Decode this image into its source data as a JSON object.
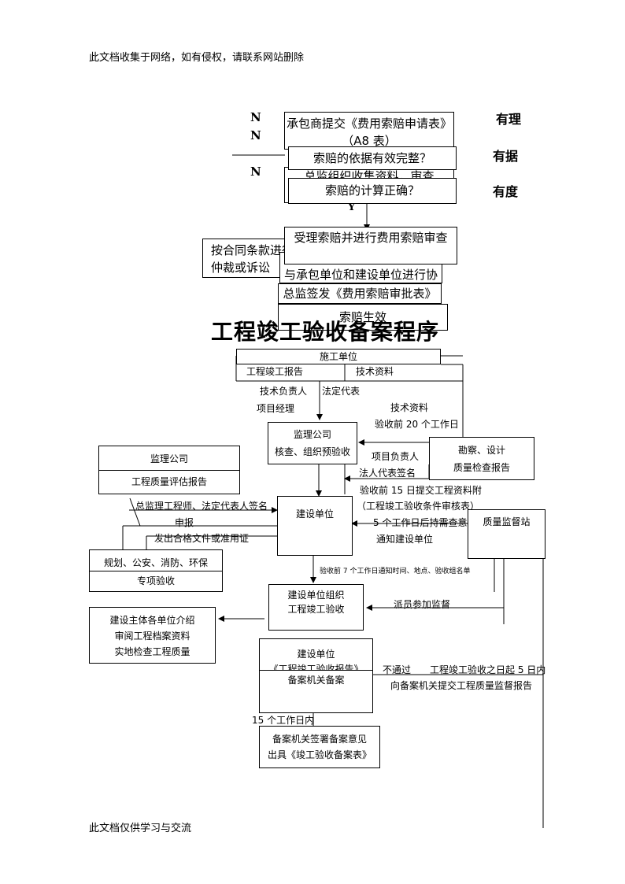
{
  "header_note": "此文档收集于网络，如有侵权，请联系网站删除",
  "footer_note": "此文档仅供学习与交流",
  "claim_flow": {
    "n1": "N",
    "n2": "N",
    "n3": "N",
    "y": "Y",
    "side1": "有理",
    "side2": "有据",
    "side3": "有度",
    "box_submit": "承包商提交《费用索赔申请表》（A8 表）",
    "box_basis": "索赔的依据有效完整？",
    "box_collect_hidden": "总监组织收集资料，审查",
    "box_calc": "索赔的计算正确？",
    "box_accept": "受理索赔并进行费用索赔审查",
    "box_contract": "按合同条款进行仲裁或诉讼",
    "box_negotiate": "与承包单位和建设单位进行协商",
    "box_sign": "总监签发《费用索赔审批表》",
    "box_effective": "索赔生效"
  },
  "title": "工程竣工验收备案程序",
  "filing_flow": {
    "contractor": "施工单位",
    "completion_report": "工程竣工报告",
    "tech_docs": "技术资料",
    "tech_lead": "技术负责人",
    "legal_rep": "法定代表",
    "project_manager": "项目经理",
    "tech_docs2": "技术资料",
    "before_20": "验收前 20 个工作日",
    "supervisor_co": "监理公司",
    "review_pre": "核查、组织预验收",
    "pm_lead": "项目负责人",
    "legal_sign": "法人代表签名",
    "survey_design": "勘察、设计",
    "quality_check_report": "质量检查报告",
    "supervisor_co2": "监理公司",
    "quality_eval_report": "工程质量评估报告",
    "chief_sign": "总监理工程师、法定代表人签名",
    "declare": "申报",
    "issue_docs": "发出合格文件或准用证",
    "dept_accept": "规划、公安、消防、环保",
    "special_accept": "专项验收",
    "owner": "建设单位",
    "before_15": "验收前 15 日提交工程资料附",
    "condition_table": "（工程竣工验收条件审核表）",
    "within_5": "5 个工作日后持需查意见",
    "notify_owner": "通知建设单位",
    "quality_station": "质量监督站",
    "before_7": "验收前 7 个工作日通知时间、地点、验收组名单",
    "owner_org": "建设单位组织",
    "completion_accept": "工程竣工验收",
    "send_staff": "派员参加监督",
    "check_1": "建设主体各单位介绍",
    "check_2": "审阅工程档案资料",
    "check_3": "实地检查工程质量",
    "owner2": "建设单位",
    "accept_report_hidden": "《工程竣工验收报告》",
    "filing_agency": "备案机关备案",
    "not_pass": "不通过",
    "within_5_days": "工程竣工验收之日起 5 日内",
    "submit_supervision_report": "向备案机关提交工程质量监督报告",
    "within_15": "15 个工作日内",
    "agency_sign": "备案机关签署备案意见",
    "issue_form": "出具《竣工验收备案表》"
  }
}
